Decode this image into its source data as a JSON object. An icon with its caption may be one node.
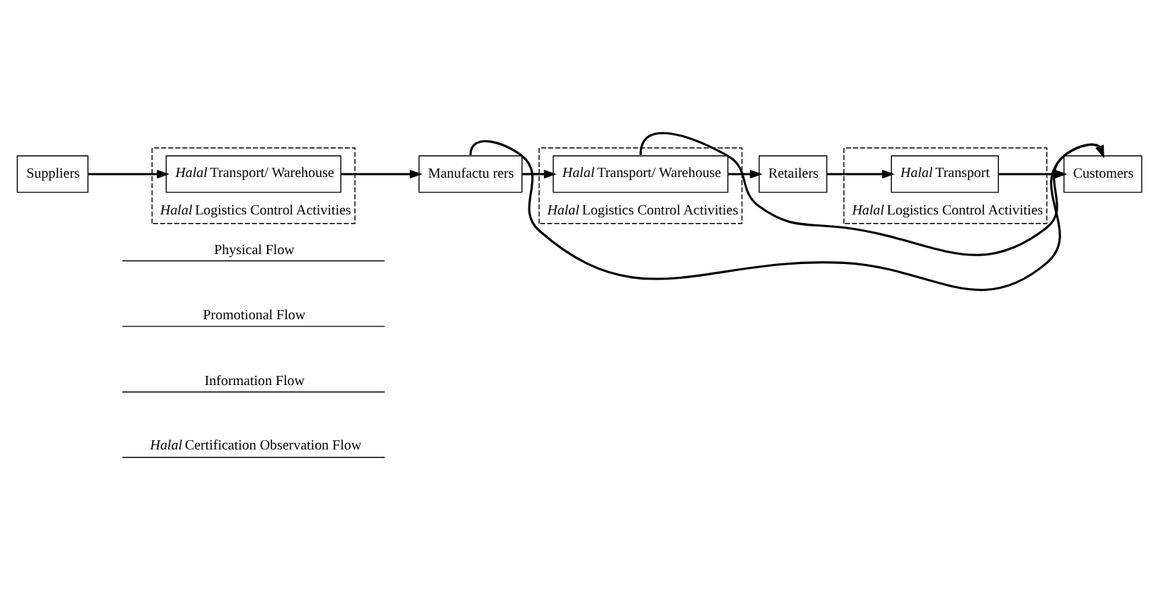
{
  "diagram": {
    "nodes": [
      {
        "text": [
          "Suppliers"
        ]
      },
      {
        "text": [
          "*Halal* Logistics Control Activities"
        ]
      },
      {
        "text": [
          "*Halal* Transport/ Warehouse"
        ],
        "in": 1
      },
      {
        "text": [
          "Manufactu rers"
        ]
      },
      {
        "text": [
          "*Halal* Logistics Control Activities"
        ]
      },
      {
        "text": [
          "*Halal* Transport/ Warehouse"
        ],
        "in": 4
      },
      {
        "text": [
          "Retailers"
        ]
      },
      {
        "text": [
          "*Halal* Logistics Control Activities"
        ]
      },
      {
        "text": [
          "*Halal* Transport"
        ],
        "in": 7
      },
      {
        "text": [
          "Customers"
        ]
      }
    ],
    "edges": [
      {
        "from": 0,
        "to": 2,
        "arrow": "to"
      },
      {
        "from": 2,
        "to": 3,
        "arrow": "to"
      },
      {
        "from": 3,
        "to": 5,
        "arrow": "to"
      },
      {
        "from": 5,
        "to": 6,
        "arrow": "to"
      },
      {
        "from": 6,
        "to": 8,
        "arrow": "to"
      },
      {
        "from": 8,
        "to": 9,
        "arrow": "to"
      },
      {
        "from": 3,
        "to": 9,
        "arrow": "to"
      },
      {
        "from": 5,
        "to": 9,
        "arrow": "to"
      }
    ],
    "labels": [
      "Physical Flow",
      "Promotional Flow",
      "Information Flow",
      "*Halal* Certification Observation Flow"
    ]
  }
}
